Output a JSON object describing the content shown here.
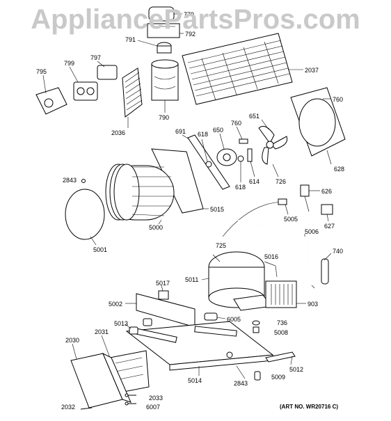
{
  "watermark": "AppliancePartsPros.com",
  "art_number": "(ART NO. WR20716 C)",
  "callouts": [
    "779",
    "792",
    "791",
    "797",
    "799",
    "795",
    "2037",
    "760",
    "2036",
    "790",
    "651",
    "760",
    "691",
    "618",
    "650",
    "628",
    "2843",
    "618",
    "614",
    "726",
    "626",
    "5015",
    "5005",
    "627",
    "5000",
    "5001",
    "5006",
    "725",
    "5016",
    "740",
    "5011",
    "5017",
    "5002",
    "903",
    "6005",
    "736",
    "5008",
    "5013",
    "2031",
    "2030",
    "5012",
    "5014",
    "2843",
    "5009",
    "2033",
    "2032",
    "6007"
  ],
  "colors": {
    "ink": "#000000",
    "paper": "#ffffff",
    "watermark": "#c9c9c9"
  }
}
